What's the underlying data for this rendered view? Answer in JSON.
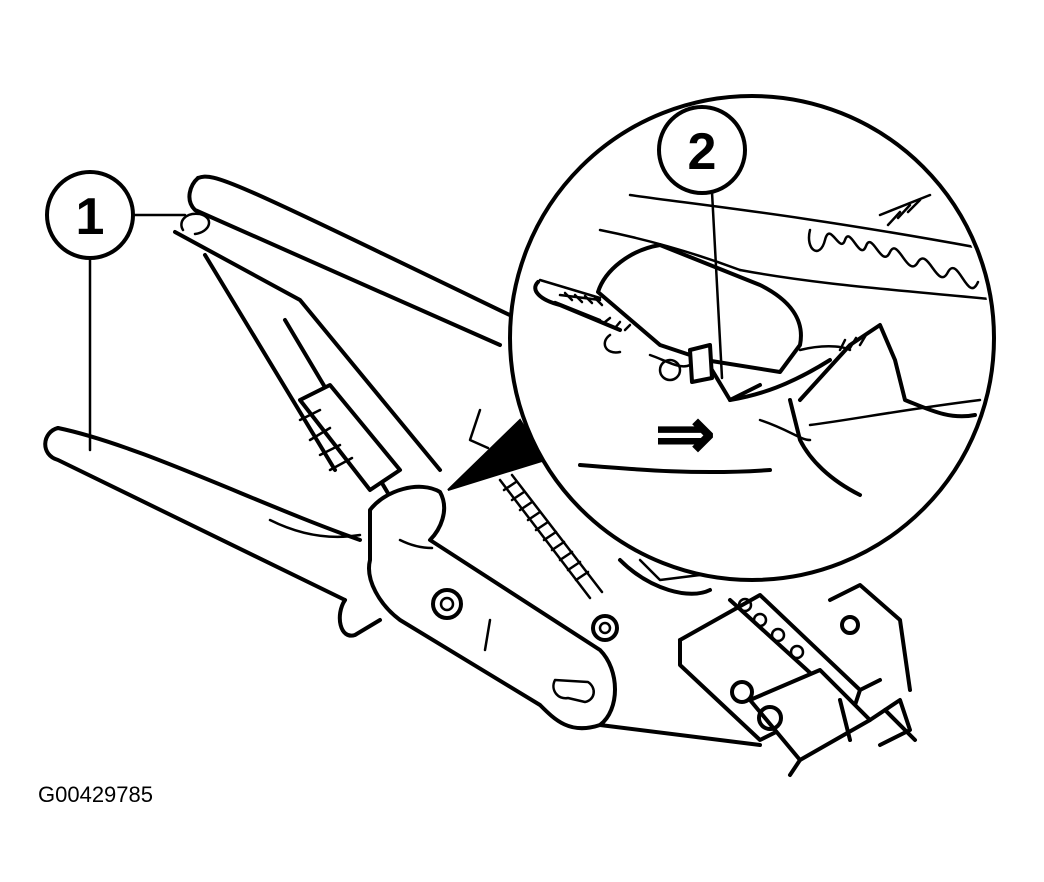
{
  "figure": {
    "id": "G00429785"
  },
  "callouts": [
    {
      "label": "1"
    },
    {
      "label": "2"
    }
  ],
  "symbols": {
    "direction_arrow": "⇒"
  },
  "colors": {
    "ink": "#000000",
    "paper": "#ffffff"
  },
  "icons": {
    "direction": "double-right-arrow-icon"
  }
}
